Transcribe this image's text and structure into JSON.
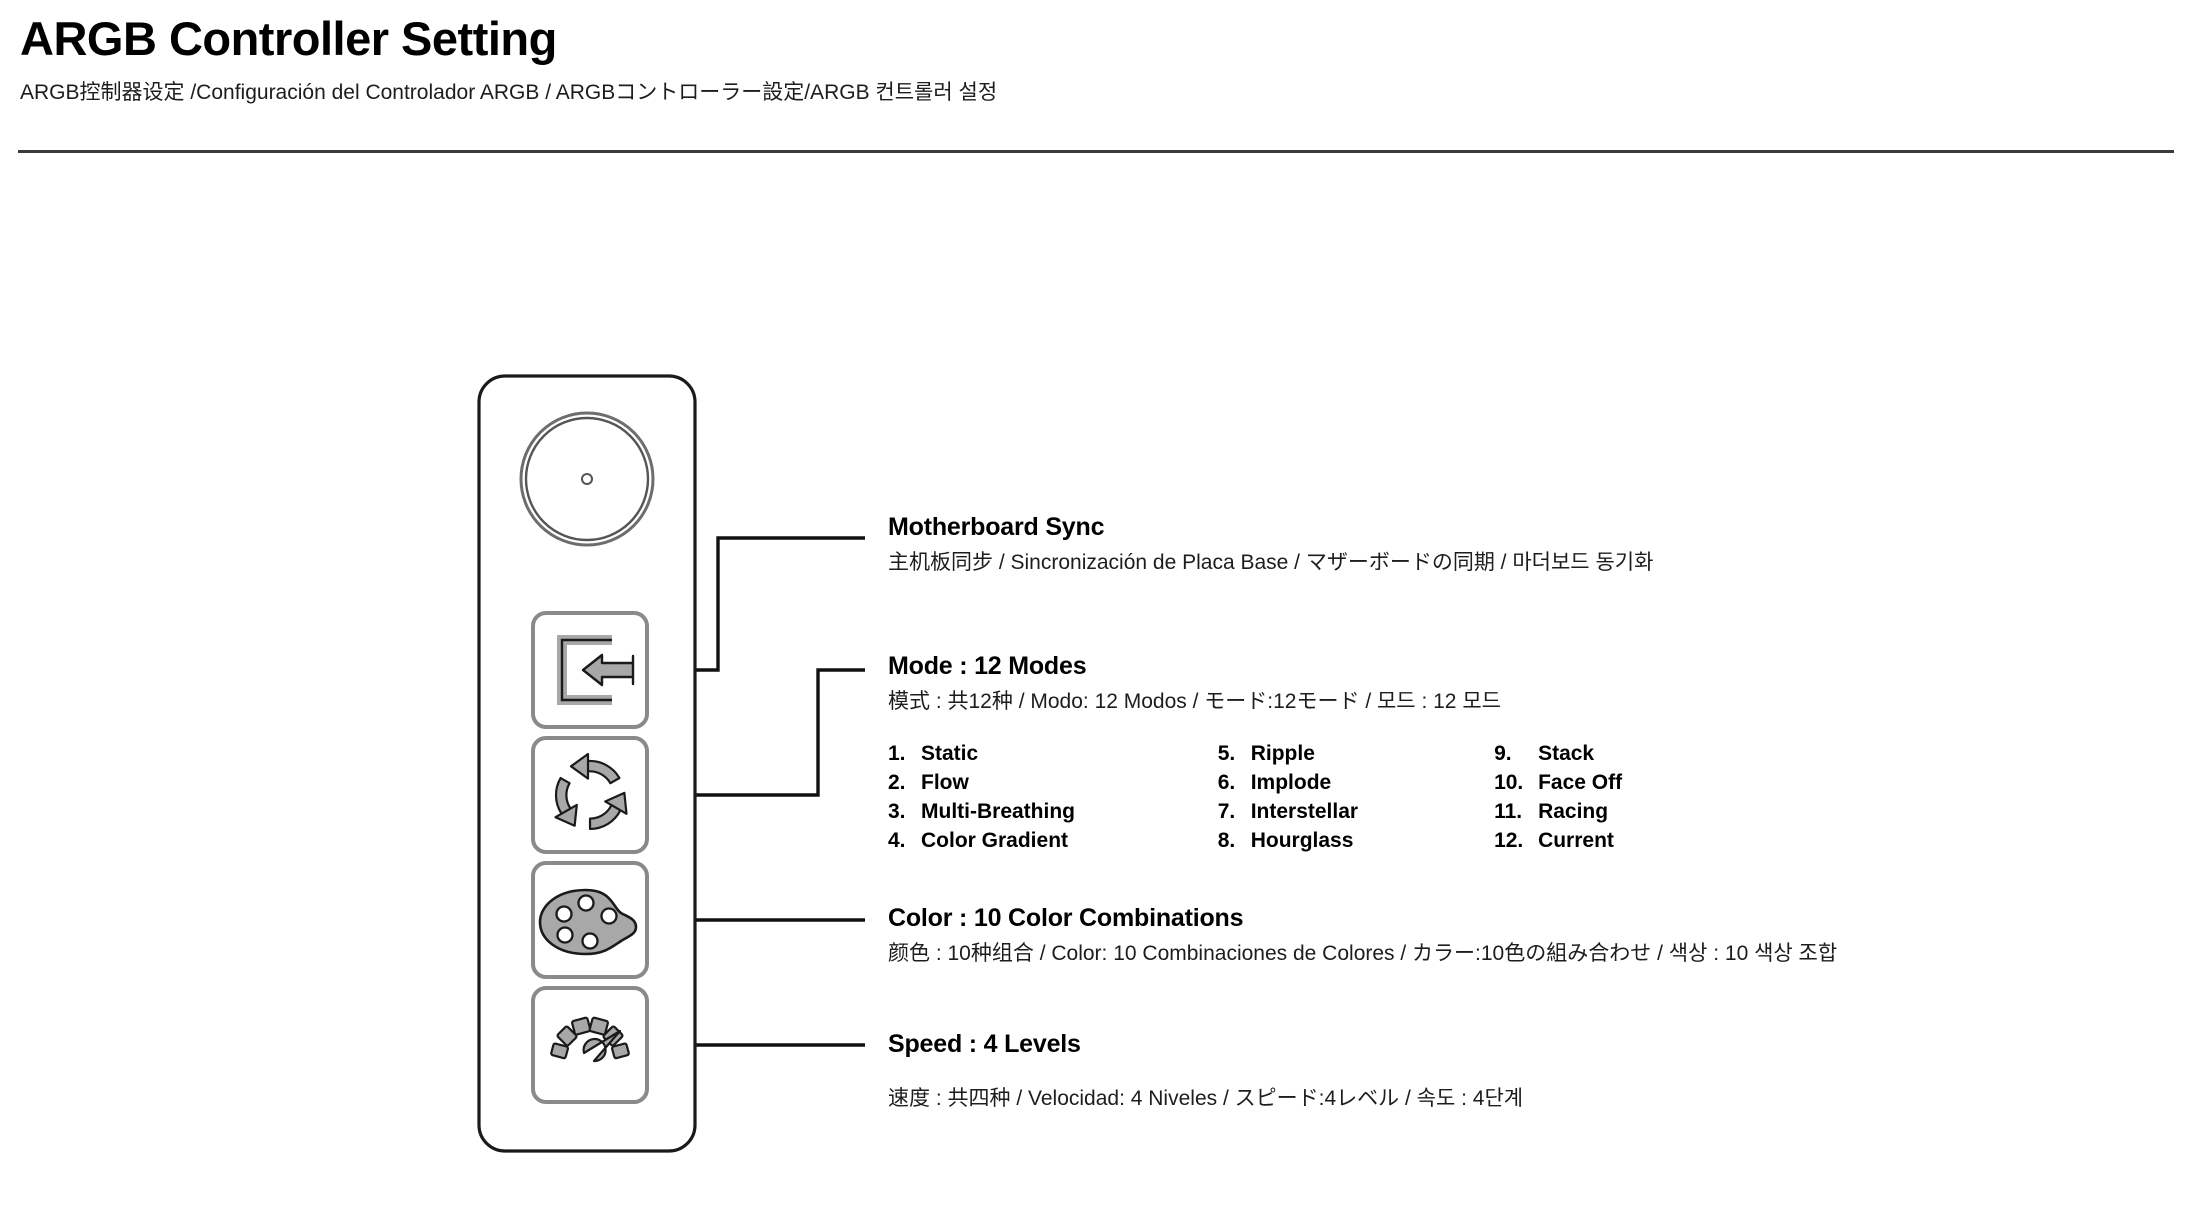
{
  "header": {
    "title": "ARGB Controller Setting",
    "subtitle": "ARGB控制器设定 /Configuración del Controlador ARGB / ARGBコントローラー設定/ARGB 컨트롤러 설정",
    "rule_color": "#3c3c3c"
  },
  "device": {
    "name": "argb-controller",
    "dial_label": "rotary-dial",
    "buttons": [
      {
        "id": "motherboard-sync-button",
        "icon": "sync-arrow-icon"
      },
      {
        "id": "mode-button",
        "icon": "circular-arrows-icon"
      },
      {
        "id": "color-button",
        "icon": "palette-icon"
      },
      {
        "id": "speed-button",
        "icon": "speedometer-icon"
      }
    ],
    "icon_fill": "#b3b3b3",
    "icon_stroke": "#1a1a1a",
    "outline_color": "#1a1a1a"
  },
  "callouts": {
    "sync": {
      "title": "Motherboard Sync",
      "sub": "主机板同步 / Sincronización de Placa Base / マザーボードの同期 / 마더보드 동기화"
    },
    "mode": {
      "title": "Mode : 12 Modes",
      "sub": "模式 : 共12种 / Modo: 12 Modos / モード:12モード /  모드 : 12 모드"
    },
    "color": {
      "title": "Color : 10 Color Combinations",
      "sub": "颜色 : 10种组合 / Color: 10 Combinaciones de Colores / カラー:10色の組み合わせ / 색상 : 10 색상 조합"
    },
    "speed": {
      "title": "Speed : 4 Levels",
      "sub": "速度 : 共四种 / Velocidad: 4 Niveles / スピード:4レベル / 속도 : 4단계"
    }
  },
  "modes": {
    "column_1": [
      {
        "num": "1.",
        "label": "Static"
      },
      {
        "num": "2.",
        "label": "Flow"
      },
      {
        "num": "3.",
        "label": "Multi-Breathing"
      },
      {
        "num": "4.",
        "label": "Color Gradient"
      }
    ],
    "column_2": [
      {
        "num": "5.",
        "label": "Ripple"
      },
      {
        "num": "6.",
        "label": "Implode"
      },
      {
        "num": "7.",
        "label": "Interstellar"
      },
      {
        "num": "8.",
        "label": "Hourglass"
      }
    ],
    "column_3": [
      {
        "num": "9.",
        "label": "Stack"
      },
      {
        "num": "10.",
        "label": "Face Off"
      },
      {
        "num": "11.",
        "label": "Racing"
      },
      {
        "num": "12.",
        "label": "Current"
      }
    ]
  }
}
